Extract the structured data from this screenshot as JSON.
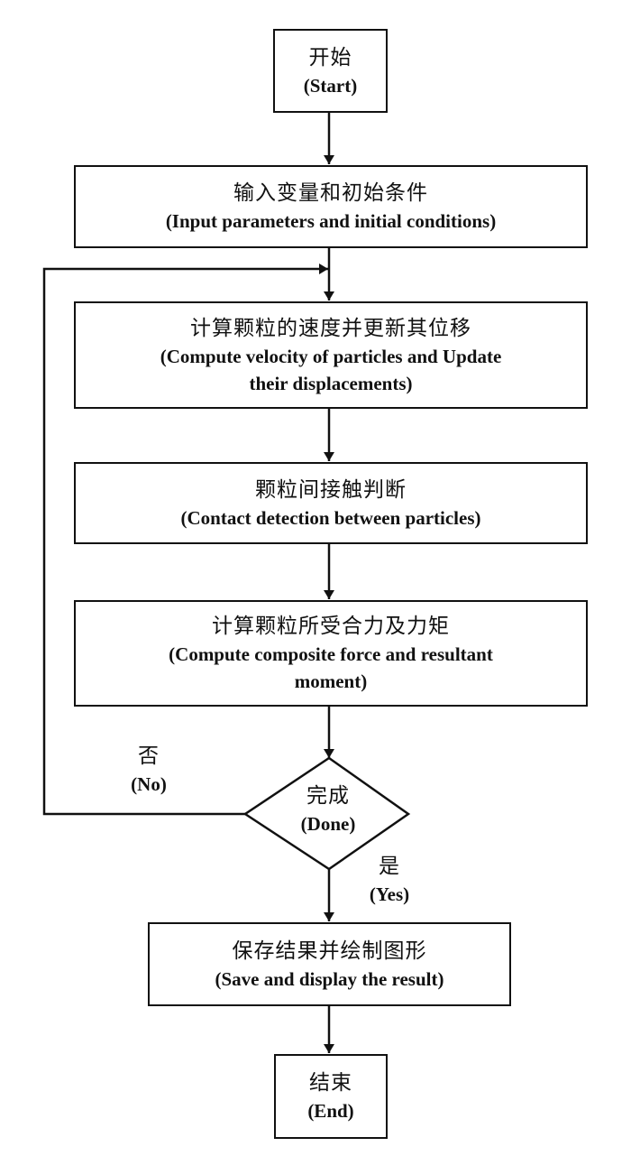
{
  "diagram": {
    "type": "flowchart",
    "language": "zh/en",
    "colors": {
      "stroke": "#111111",
      "background": "#ffffff",
      "text": "#111111"
    },
    "nodes": {
      "start": {
        "shape": "terminal",
        "zh": "开始",
        "en": "(Start)"
      },
      "input": {
        "shape": "process",
        "zh": "输入变量和初始条件",
        "en": "(Input parameters and initial conditions)"
      },
      "velocity": {
        "shape": "process",
        "zh": "计算颗粒的速度并更新其位移",
        "en_line1": "(Compute velocity of particles and Update",
        "en_line2": "their displacements)"
      },
      "contact": {
        "shape": "process",
        "zh": "颗粒间接触判断",
        "en": "(Contact detection between particles)"
      },
      "force": {
        "shape": "process",
        "zh": "计算颗粒所受合力及力矩",
        "en_line1": "(Compute composite force and resultant",
        "en_line2": "moment)"
      },
      "decision": {
        "shape": "decision",
        "zh": "完成",
        "en": "(Done)"
      },
      "save": {
        "shape": "process",
        "zh": "保存结果并绘制图形",
        "en": "(Save and display the result)"
      },
      "end": {
        "shape": "terminal",
        "zh": "结束",
        "en": "(End)"
      }
    },
    "edge_labels": {
      "no": {
        "zh": "否",
        "en": "(No)"
      },
      "yes": {
        "zh": "是",
        "en": "(Yes)"
      }
    },
    "edges": [
      {
        "from": "start",
        "to": "input"
      },
      {
        "from": "input",
        "to": "velocity"
      },
      {
        "from": "velocity",
        "to": "contact"
      },
      {
        "from": "contact",
        "to": "force"
      },
      {
        "from": "force",
        "to": "decision"
      },
      {
        "from": "decision",
        "to": "velocity",
        "label": "no"
      },
      {
        "from": "decision",
        "to": "save",
        "label": "yes"
      },
      {
        "from": "save",
        "to": "end"
      }
    ]
  }
}
